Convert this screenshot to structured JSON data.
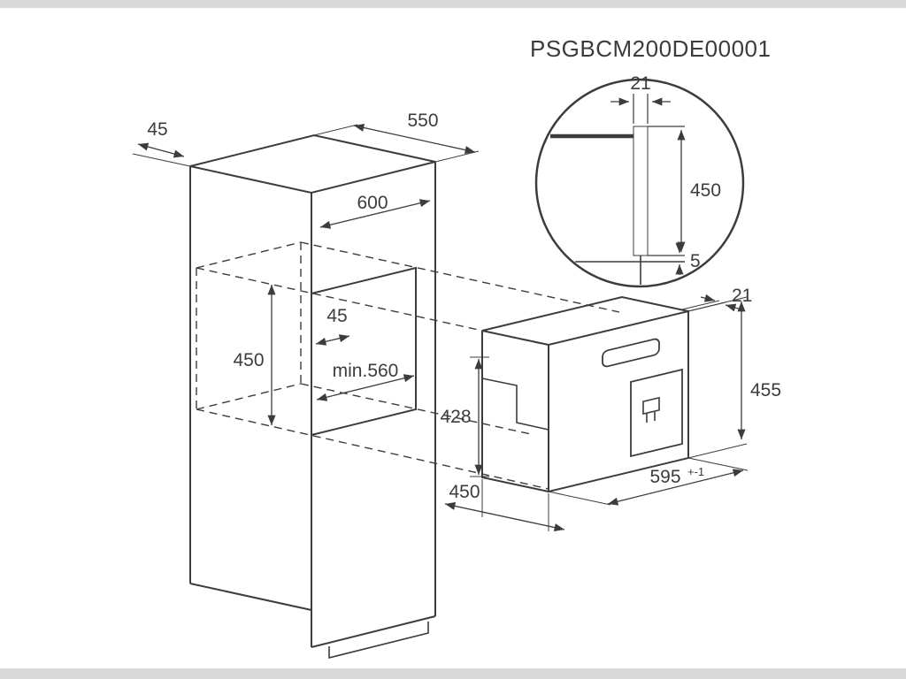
{
  "title": "PSGBCM200DE00001",
  "detail_view": {
    "panel_thickness": "21",
    "panel_height": "450",
    "bottom_gap": "5"
  },
  "cabinet": {
    "top_clearance": "45",
    "depth": "550",
    "width": "600",
    "niche_height": "450",
    "niche_front_offset": "45",
    "niche_min_width": "min.560"
  },
  "appliance": {
    "front_overhang": "21",
    "front_height": "455",
    "body_height": "428",
    "body_depth": "450",
    "front_width": "595",
    "front_width_tolerance": "+-1"
  },
  "colors": {
    "line": "#3c3c3c",
    "background": "#ffffff",
    "letterbox": "#d9d9d9"
  }
}
